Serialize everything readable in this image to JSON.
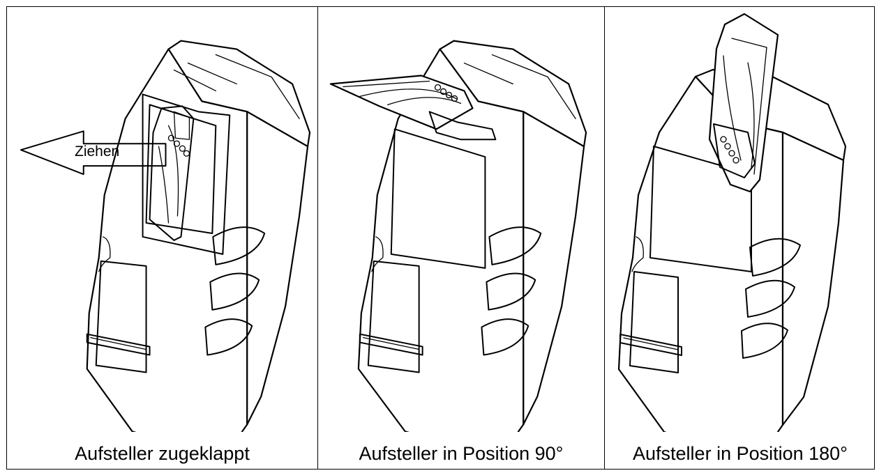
{
  "panels": [
    {
      "caption": "Aufsteller zugeklappt",
      "arrow_label": "Ziehen"
    },
    {
      "caption": "Aufsteller in Position 90°"
    },
    {
      "caption": "Aufsteller in Position 180°"
    }
  ]
}
